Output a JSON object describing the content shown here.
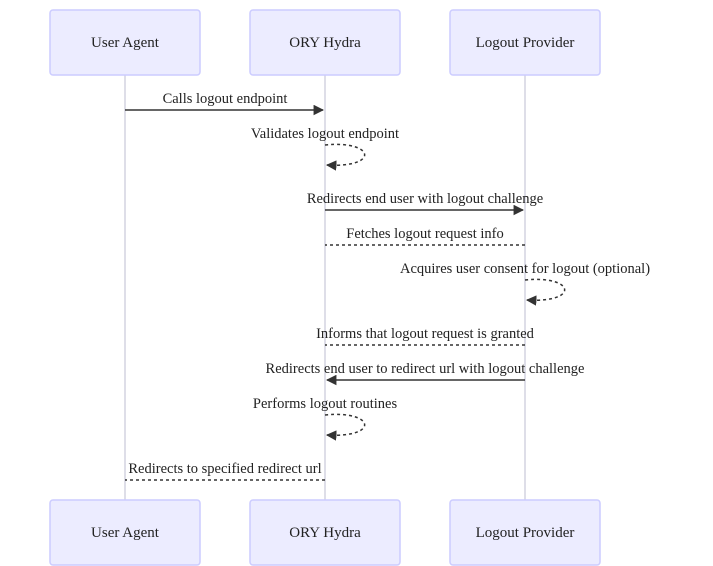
{
  "actors": [
    {
      "id": "ua",
      "label": "User Agent"
    },
    {
      "id": "hydra",
      "label": "ORY Hydra"
    },
    {
      "id": "lp",
      "label": "Logout Provider"
    }
  ],
  "messages": [
    {
      "from": "ua",
      "to": "hydra",
      "text": "Calls logout endpoint",
      "style": "solid"
    },
    {
      "from": "hydra",
      "to": "hydra",
      "text": "Validates logout endpoint",
      "style": "dashed"
    },
    {
      "from": "hydra",
      "to": "lp",
      "text": "Redirects end user with logout challenge",
      "style": "solid"
    },
    {
      "from": "lp",
      "to": "hydra",
      "text": "Fetches logout request info",
      "style": "dashed"
    },
    {
      "from": "lp",
      "to": "lp",
      "text": "Acquires user consent for logout (optional)",
      "style": "dashed"
    },
    {
      "from": "lp",
      "to": "hydra",
      "text": "Informs that logout request is granted",
      "style": "dashed"
    },
    {
      "from": "lp",
      "to": "hydra",
      "text": "Redirects end user to redirect url with logout challenge",
      "style": "solid"
    },
    {
      "from": "hydra",
      "to": "hydra",
      "text": "Performs logout routines",
      "style": "dashed"
    },
    {
      "from": "hydra",
      "to": "ua",
      "text": "Redirects to specified redirect url",
      "style": "dashed"
    }
  ]
}
